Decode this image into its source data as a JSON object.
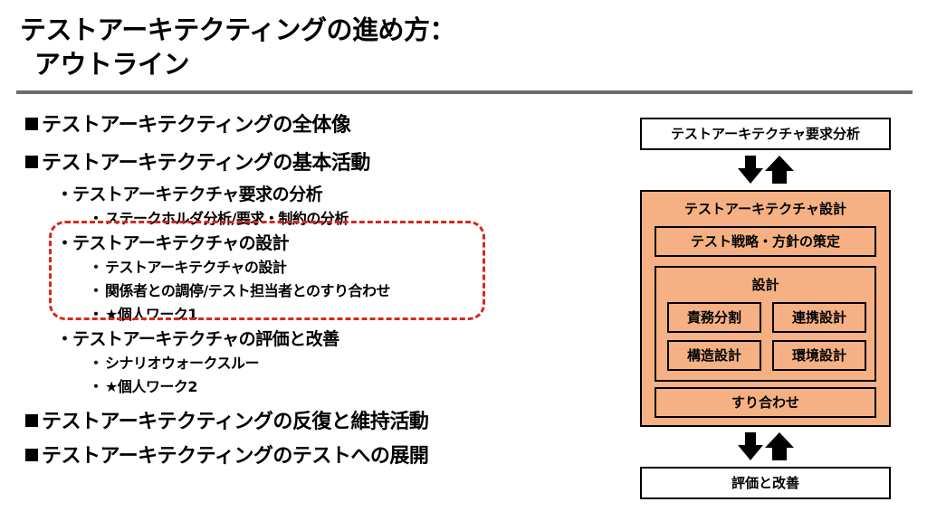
{
  "title": {
    "line1": "テストアーキテクティングの進め方：",
    "line2": "アウトライン"
  },
  "outline": {
    "item1": "テストアーキテクティングの全体像",
    "item2": "テストアーキテクティングの基本活動",
    "item2_1": "テストアーキテクチャ要求の分析",
    "item2_1_1": "ステークホルダ分析/要求・制約の分析",
    "item2_2": "テストアーキテクチャの設計",
    "item2_2_1": "テストアーキテクチャの設計",
    "item2_2_2": "関係者との調停/テスト担当者とのすり合わせ",
    "item2_2_3": "★個人ワーク1",
    "item2_3": "テストアーキテクチャの評価と改善",
    "item2_3_1": "シナリオウォークスルー",
    "item2_3_2": "★個人ワーク2",
    "item3": "テストアーキテクティングの反復と維持活動",
    "item4": "テストアーキテクティングのテストへの展開"
  },
  "diagram": {
    "top": "テストアーキテクチャ要求分析",
    "design": "テストアーキテクチャ設計",
    "strategy": "テスト戦略・方針の策定",
    "inner_design": "設計",
    "responsibility": "責務分割",
    "coordination": "連携設計",
    "structure": "構造設計",
    "environment": "環境設計",
    "alignment": "すり合わせ",
    "bottom": "評価と改善"
  },
  "colors": {
    "box_fill": "#f5b183",
    "highlight": "#d6281b",
    "rule": "#6b6b6b"
  }
}
